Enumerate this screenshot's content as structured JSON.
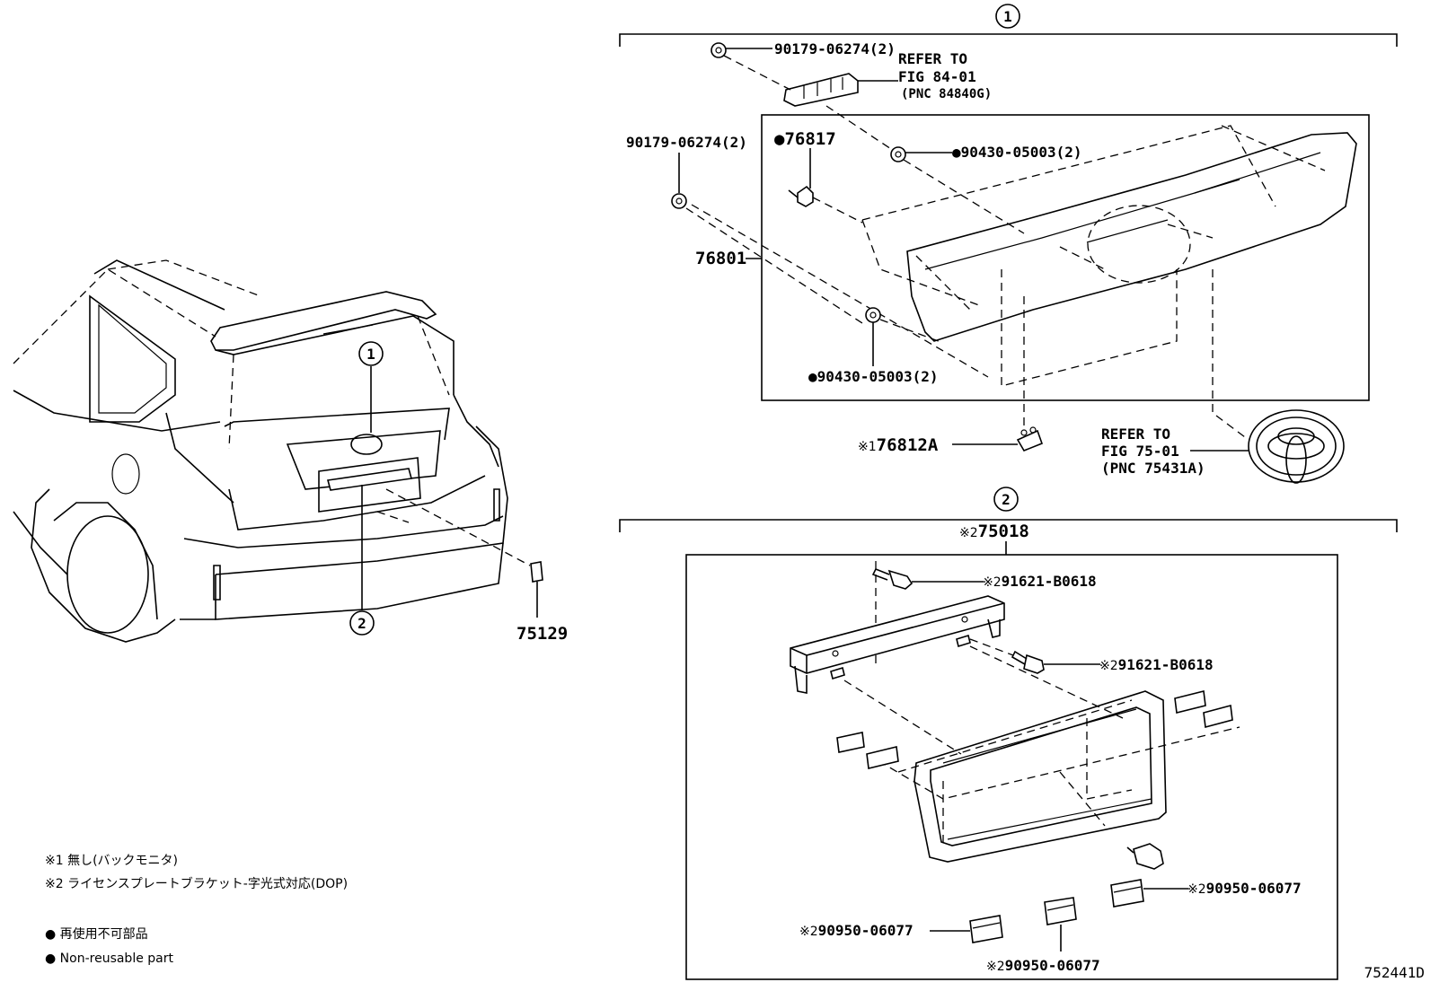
{
  "diagram": {
    "callouts": {
      "c1": "1",
      "c2": "2"
    },
    "assembly1": {
      "clip_top": "90179-06274(2)",
      "refer_lamp": {
        "line1": "REFER TO",
        "line2": "FIG 84-01",
        "line3": "(PNC 84840G)"
      },
      "clip_left": "90179-06274(2)",
      "screw_76817": "76817",
      "nut_upper": "90430-05003(2)",
      "garnish": "76801",
      "nut_lower": "90430-05003(2)",
      "bracket_76812A": "76812A",
      "refer_emblem": {
        "line1": "REFER TO",
        "line2": "FIG 75-01",
        "line3": "(PNC 75431A)"
      }
    },
    "assembly2": {
      "bracket_assy": "75018",
      "bolt_upper": "91621-B0618",
      "bolt_right": "91621-B0618",
      "cushion_right": "90950-06077",
      "cushion_left": "90950-06077",
      "cushion_bottom": "90950-06077"
    },
    "car": {
      "part_75129": "75129"
    },
    "marks": {
      "x1": "※1",
      "x2": "※2",
      "dot": "●"
    },
    "notes": {
      "n1": "※1 無し(バックモニタ)",
      "n2": "※2 ライセンスプレートブラケット-字光式対応(DOP)",
      "n3": "● 再使用不可部品",
      "n4": "● Non-reusable part"
    },
    "figure_id": "752441D"
  }
}
